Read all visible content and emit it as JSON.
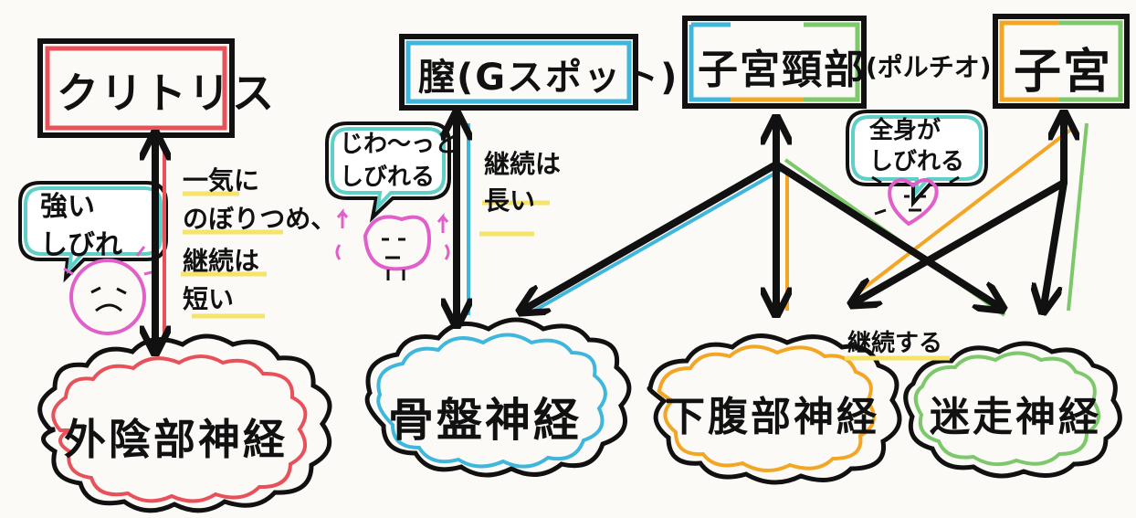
{
  "colors": {
    "red": "#e8505a",
    "blue": "#3fb6dc",
    "orange": "#f3a524",
    "green": "#7cc86b",
    "teal": "#5fcfc8",
    "pink": "#e05fc8",
    "yellow": "#f5e36a",
    "ink": "#111111"
  },
  "organs": {
    "clitoris": "クリトリス",
    "vagina": "膣(Gスポット)",
    "cervix": "子宮頸部",
    "cervix_note": "(ポルチオ)",
    "uterus": "子宮"
  },
  "nerves": {
    "pudendal": "外陰部神経",
    "pelvic": "骨盤神経",
    "hypogastric": "下腹部神経",
    "vagus": "迷走神経"
  },
  "bubbles": {
    "clitoris": [
      "強い",
      "しびれ"
    ],
    "vagina": [
      "じわ〜っと",
      "しびれる"
    ],
    "cervix": [
      "全身が",
      "しびれる"
    ]
  },
  "notes": {
    "clitoris": [
      "一気に",
      "のぼりつめ、",
      "継続は",
      "短い"
    ],
    "vagina": [
      "継続は",
      "長い"
    ],
    "cervix": "継続する"
  }
}
